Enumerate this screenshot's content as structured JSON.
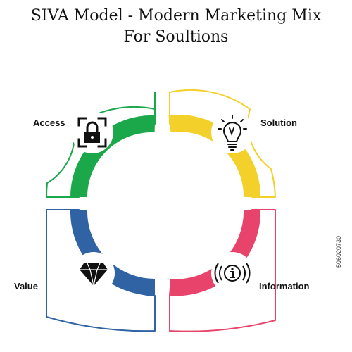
{
  "title": {
    "line1": "SIVA Model - Modern Marketing Mix",
    "line2": "For Soultions"
  },
  "segments": [
    {
      "id": "access",
      "label": "Access",
      "color": "#1aa84b",
      "icon": "lock-icon"
    },
    {
      "id": "solution",
      "label": "Solution",
      "color": "#f4d12a",
      "icon": "lightbulb-icon"
    },
    {
      "id": "value",
      "label": "Value",
      "color": "#2f63a4",
      "icon": "diamond-icon"
    },
    {
      "id": "information",
      "label": "Information",
      "color": "#e8436b",
      "icon": "info-icon"
    }
  ],
  "watermark_id": "506020730",
  "colors": {
    "text": "#111111",
    "background": "#ffffff"
  }
}
